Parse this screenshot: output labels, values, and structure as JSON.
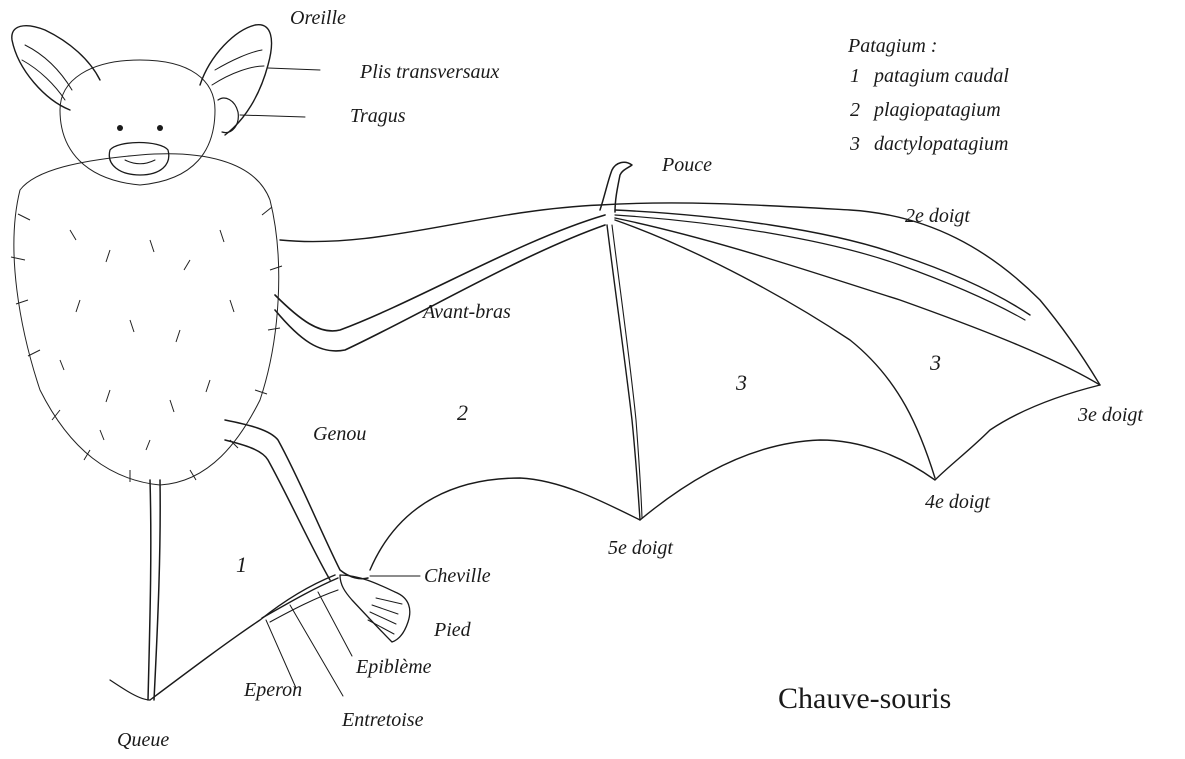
{
  "title": "Chauve-souris",
  "legend": {
    "heading": "Patagium :",
    "items": [
      {
        "number": "1",
        "label": "patagium caudal"
      },
      {
        "number": "2",
        "label": "plagiopatagium"
      },
      {
        "number": "3",
        "label": "dactylopatagium"
      }
    ]
  },
  "labels": {
    "oreille": "Oreille",
    "plis": "Plis transversaux",
    "tragus": "Tragus",
    "pouce": "Pouce",
    "doigt2": "2e doigt",
    "avant_bras": "Avant-bras",
    "doigt3": "3e doigt",
    "genou": "Genou",
    "doigt4": "4e doigt",
    "doigt5": "5e doigt",
    "cheville": "Cheville",
    "pied": "Pied",
    "epibleme": "Epiblème",
    "eperon": "Eperon",
    "entretoise": "Entretoise",
    "queue": "Queue"
  },
  "region_numbers": {
    "r1": "1",
    "r2": "2",
    "r3a": "3",
    "r3b": "3"
  }
}
